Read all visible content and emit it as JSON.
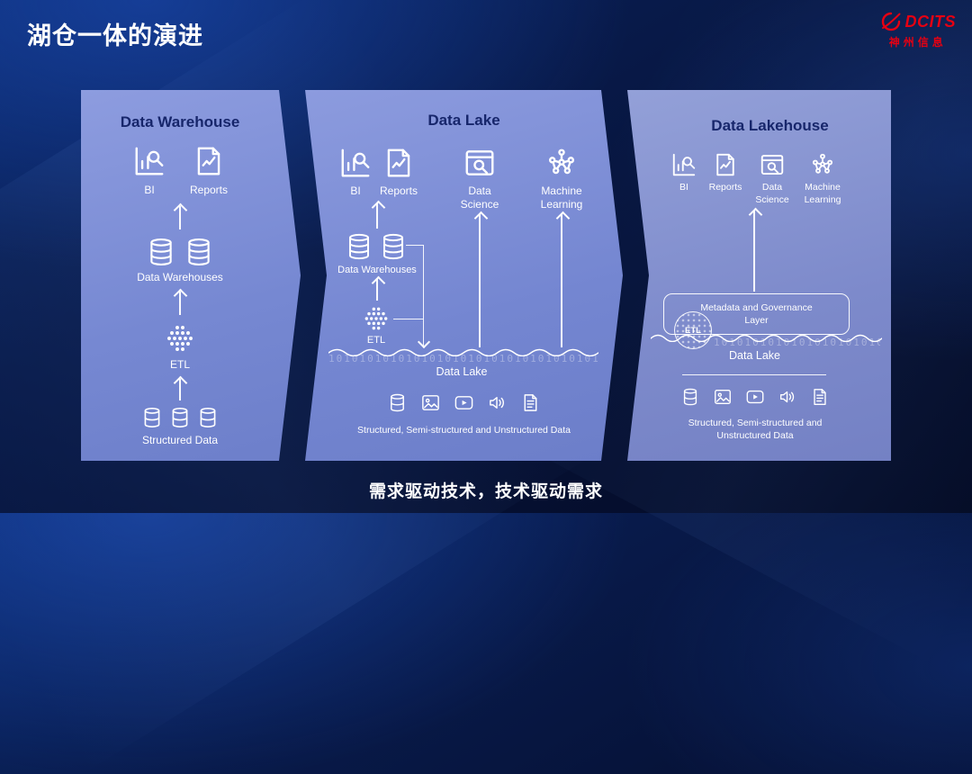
{
  "slide": {
    "title": "湖仓一体的演进",
    "footer": "需求驱动技术，技术驱动需求"
  },
  "logo": {
    "brand": "DCITS",
    "company": "神州信息"
  },
  "colors": {
    "background": "#081a4a",
    "panel": "#7a8bd3",
    "heading": "#17266b",
    "accent_red": "#e60012",
    "text": "#ffffff"
  },
  "binary": "10101010101010101010101010101010101010101010101010101010101010101010",
  "panels": [
    {
      "title": "Data Warehouse",
      "columns": [
        {
          "icon": "bi-icon",
          "label": "BI"
        },
        {
          "icon": "reports-icon",
          "label": "Reports"
        }
      ],
      "warehouses_label": "Data Warehouses",
      "etl_label": "ETL",
      "bottom_label": "Structured Data"
    },
    {
      "title": "Data Lake",
      "columns": [
        {
          "icon": "bi-icon",
          "label": "BI"
        },
        {
          "icon": "reports-icon",
          "label": "Reports"
        },
        {
          "icon": "data-science-icon",
          "label": "Data Science"
        },
        {
          "icon": "machine-learning-icon",
          "label": "Machine Learning"
        }
      ],
      "warehouses_label": "Data Warehouses",
      "etl_label": "ETL",
      "lake_label": "Data Lake",
      "bottom_label": "Structured, Semi-structured and Unstructured Data"
    },
    {
      "title": "Data Lakehouse",
      "columns": [
        {
          "icon": "bi-icon",
          "label": "BI"
        },
        {
          "icon": "reports-icon",
          "label": "Reports"
        },
        {
          "icon": "data-science-icon",
          "label": "Data Science"
        },
        {
          "icon": "machine-learning-icon",
          "label": "Machine Learning"
        }
      ],
      "governance_label": "Metadata and Governance Layer",
      "etl_label": "ETL",
      "lake_label": "Data Lake",
      "bottom_label": "Structured, Semi-structured and Unstructured Data"
    }
  ]
}
